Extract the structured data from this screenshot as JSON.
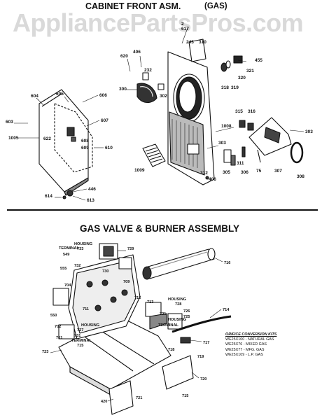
{
  "watermark": "AppliancePartsPros.com",
  "sections": {
    "cabinet_title": "CABINET FRONT ASM.",
    "cabinet_sub": "(GAS)",
    "gas_title": "GAS VALVE & BURNER ASSEMBLY"
  },
  "conversion_kits": {
    "title": "ORIFICE CONVERSION KITS",
    "lines": [
      "WE25X100 - NATURAL GAS",
      "WE25X76 - MIXED GAS",
      "WE25X77 - MFG. GAS",
      "WE25X109 - L.P. GAS"
    ]
  },
  "callouts": {
    "cabinet": [
      "617",
      "2",
      "243",
      "310",
      "455",
      "406",
      "620",
      "232",
      "300",
      "302",
      "321",
      "320",
      "318",
      "319",
      "605",
      "604",
      "606",
      "607",
      "603",
      "608",
      "609",
      "622",
      "1005",
      "610",
      "315",
      "316",
      "1008",
      "303",
      "303",
      "311",
      "305",
      "306",
      "75",
      "307",
      "308",
      "1009",
      "312",
      "406",
      "446",
      "614",
      "613"
    ],
    "gas": [
      "HOUSING",
      "TERMINAL",
      "733",
      "729",
      "549",
      "555",
      "732",
      "730",
      "709",
      "716",
      "704",
      "712",
      "550",
      "711",
      "713",
      "728",
      "HOUSING",
      "726",
      "714",
      "725",
      "702",
      "HOUSING",
      "TERMINAL",
      "727",
      "731",
      "TERMINAL",
      "HOUSING",
      "721",
      "701",
      "715",
      "717",
      "723",
      "718",
      "719",
      "720",
      "715",
      "420",
      "721"
    ]
  }
}
